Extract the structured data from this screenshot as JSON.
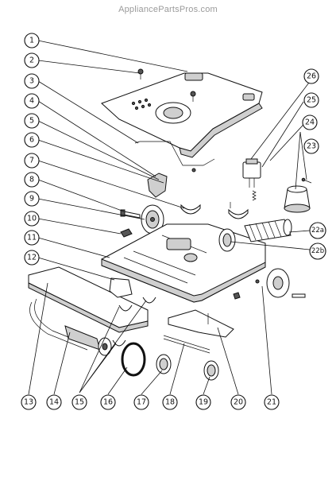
{
  "watermark": "AppliancePartsPros.com",
  "callouts": [
    {
      "id": "c1",
      "label": "1"
    },
    {
      "id": "c2",
      "label": "2"
    },
    {
      "id": "c3",
      "label": "3"
    },
    {
      "id": "c4",
      "label": "4"
    },
    {
      "id": "c5",
      "label": "5"
    },
    {
      "id": "c6",
      "label": "6"
    },
    {
      "id": "c7",
      "label": "7"
    },
    {
      "id": "c8",
      "label": "8"
    },
    {
      "id": "c9",
      "label": "9"
    },
    {
      "id": "c10",
      "label": "10"
    },
    {
      "id": "c11",
      "label": "11"
    },
    {
      "id": "c12",
      "label": "12"
    },
    {
      "id": "c13",
      "label": "13"
    },
    {
      "id": "c14",
      "label": "14"
    },
    {
      "id": "c15",
      "label": "15"
    },
    {
      "id": "c16",
      "label": "16"
    },
    {
      "id": "c17",
      "label": "17"
    },
    {
      "id": "c18",
      "label": "18"
    },
    {
      "id": "c19",
      "label": "19"
    },
    {
      "id": "c20",
      "label": "20"
    },
    {
      "id": "c21",
      "label": "21"
    },
    {
      "id": "c22a",
      "label": "22a"
    },
    {
      "id": "c22b",
      "label": "22b"
    },
    {
      "id": "c23",
      "label": "23"
    },
    {
      "id": "c24",
      "label": "24"
    },
    {
      "id": "c25",
      "label": "25"
    },
    {
      "id": "c26",
      "label": "26"
    }
  ]
}
